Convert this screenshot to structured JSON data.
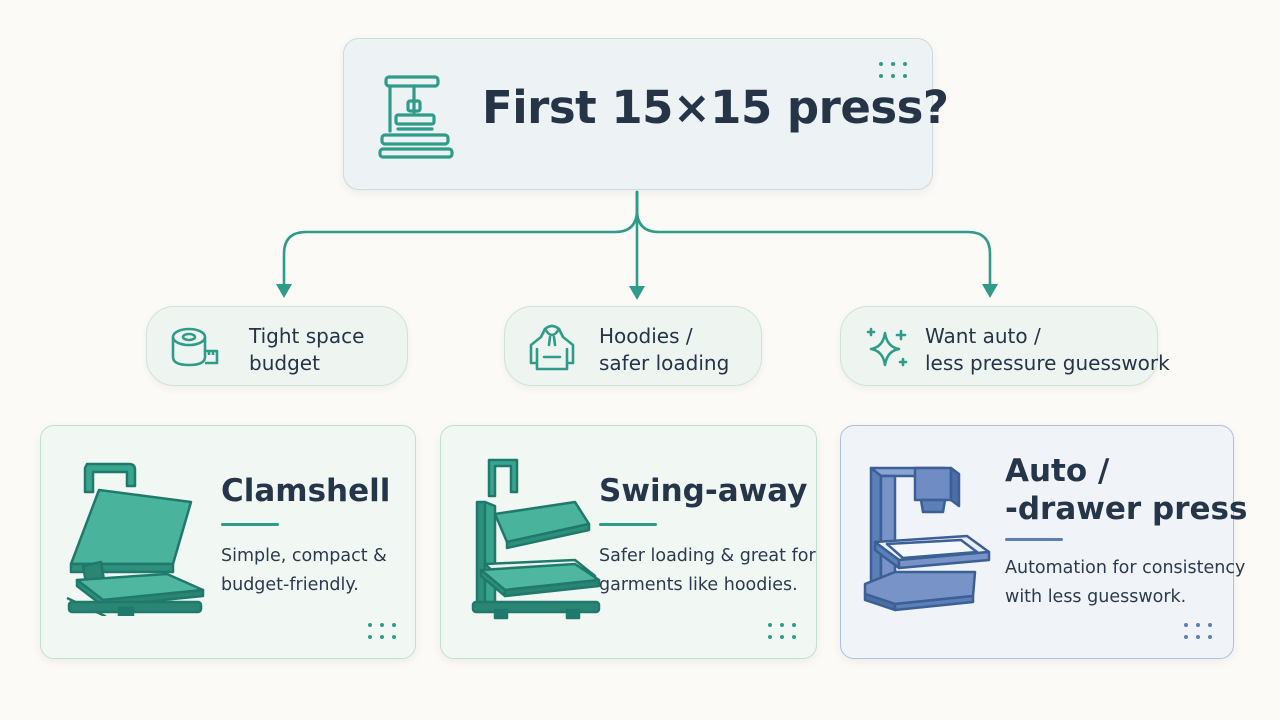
{
  "root": {
    "title": "First 15×15 press?",
    "icon": "heat-press-outline-icon"
  },
  "branches": [
    {
      "label_line1": "Tight space",
      "label_line2": "budget",
      "icon": "measuring-tape-icon"
    },
    {
      "label_line1": "Hoodies /",
      "label_line2": "safer loading",
      "icon": "hoodie-icon"
    },
    {
      "label_line1": "Want auto /",
      "label_line2": "less pressure guesswork",
      "icon": "sparkle-icon"
    }
  ],
  "cards": [
    {
      "title_line1": "Clamshell",
      "desc_line1": "Simple, compact &",
      "desc_line2": "budget-friendly.",
      "icon": "clamshell-press-icon"
    },
    {
      "title_line1": "Swing-away",
      "desc_line1": "Safer loading & great for",
      "desc_line2": "garments like hoodies.",
      "icon": "swing-away-press-icon"
    },
    {
      "title_line1": "Auto /",
      "title_line2": "-drawer press",
      "desc_line1": "Automation for consistency",
      "desc_line2": "with less guesswork.",
      "icon": "drawer-press-icon"
    }
  ],
  "colors": {
    "teal": "#2f9c89",
    "blue_accent": "#5b7fb8",
    "text": "#26364a",
    "background": "#fbfaf6"
  }
}
